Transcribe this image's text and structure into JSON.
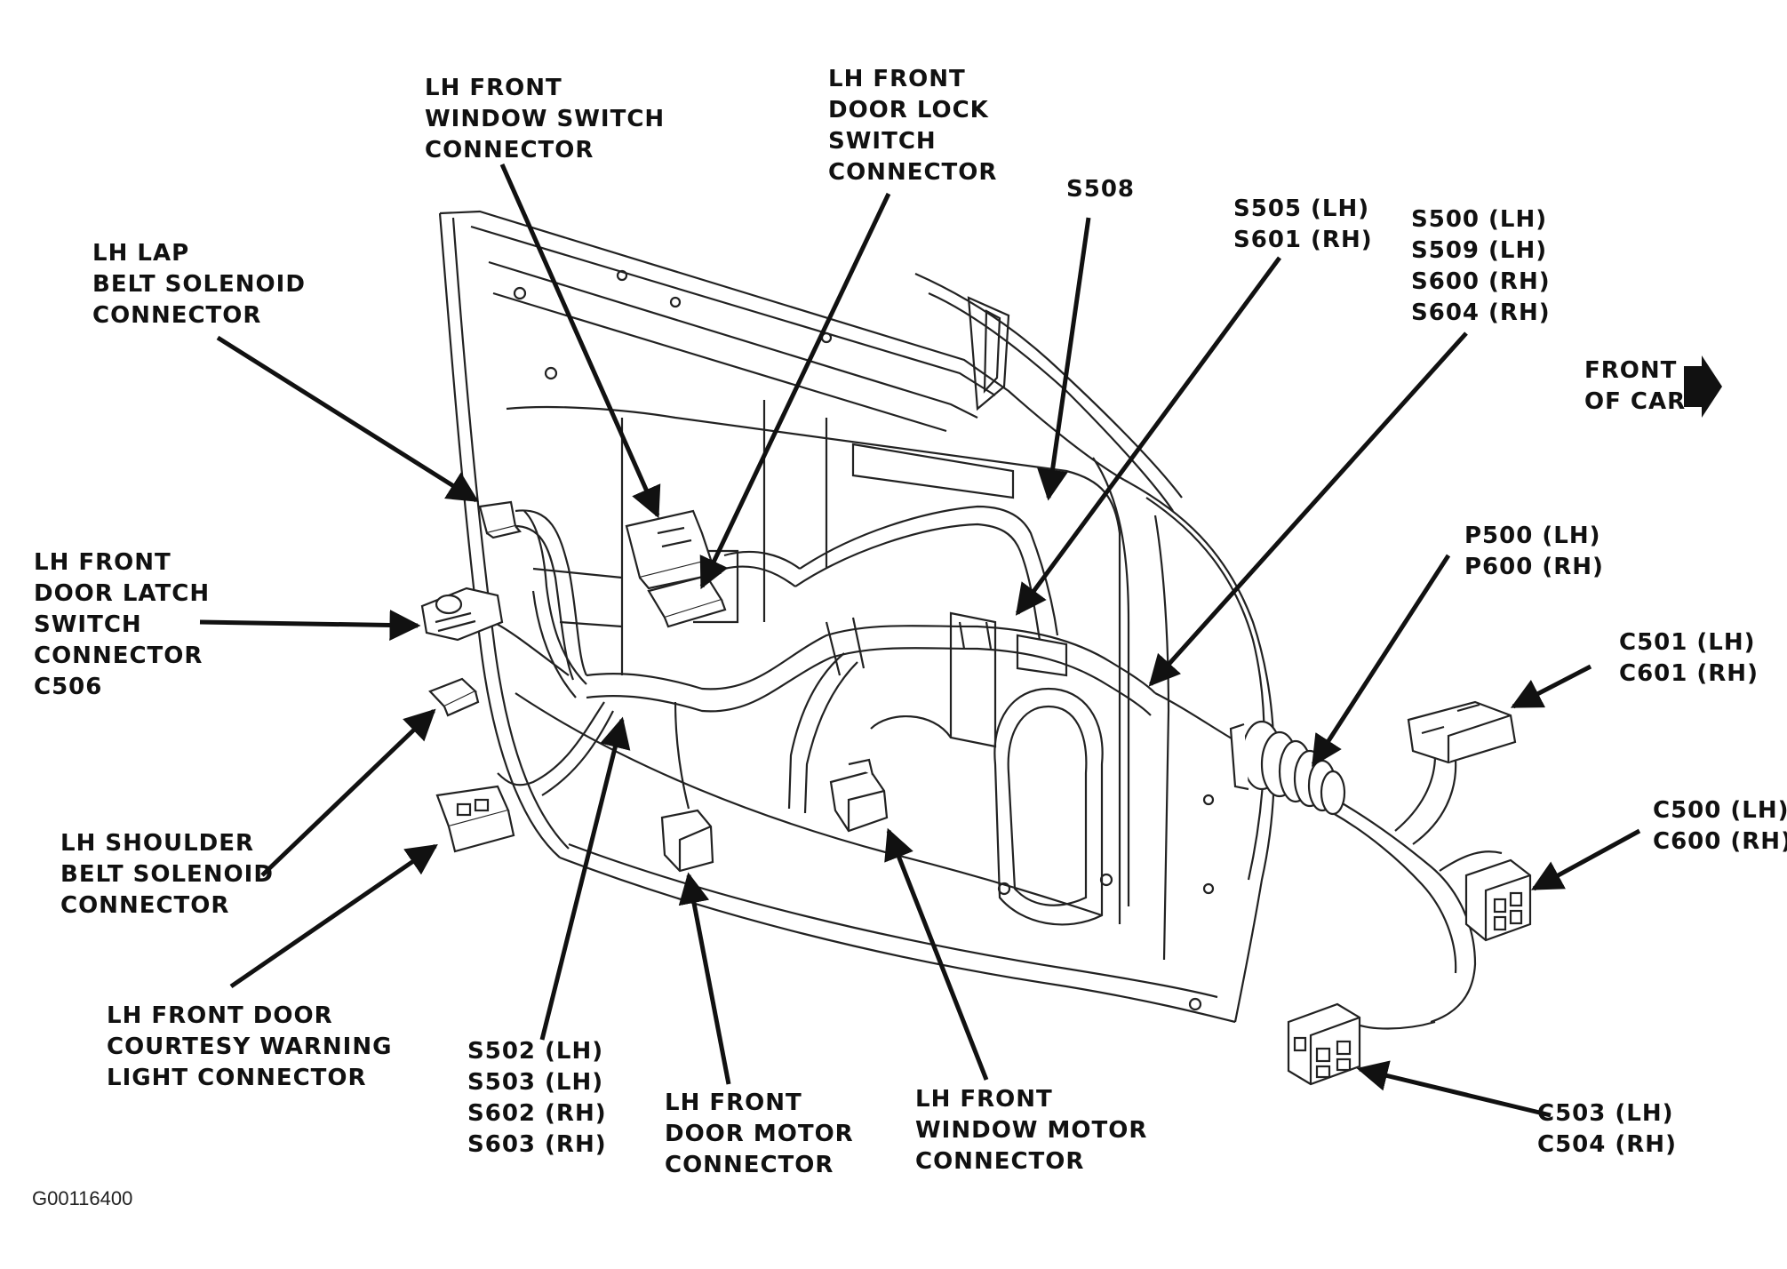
{
  "labels": {
    "lh_front_window_switch": [
      "LH FRONT",
      "WINDOW SWITCH",
      "CONNECTOR"
    ],
    "lh_front_door_lock_switch": [
      "LH FRONT",
      "DOOR LOCK",
      "SWITCH",
      "CONNECTOR"
    ],
    "s508": [
      "S508"
    ],
    "s505_s601": [
      "S505 (LH)",
      "S601 (RH)"
    ],
    "s500_group": [
      "S500 (LH)",
      "S509 (LH)",
      "S600 (RH)",
      "S604 (RH)"
    ],
    "lh_lap_belt": [
      "LH LAP",
      "BELT SOLENOID",
      "CONNECTOR"
    ],
    "front_of_car": [
      "FRONT",
      "OF CAR"
    ],
    "lh_front_door_latch": [
      "LH FRONT",
      "DOOR LATCH",
      "SWITCH",
      "CONNECTOR",
      "C506"
    ],
    "p500_p600": [
      "P500 (LH)",
      "P600 (RH)"
    ],
    "c501_c601": [
      "C501 (LH)",
      "C601 (RH)"
    ],
    "c500_c600": [
      "C500 (LH)",
      "C600 (RH)"
    ],
    "lh_shoulder_belt": [
      "LH SHOULDER",
      "BELT SOLENOID",
      "CONNECTOR"
    ],
    "lh_courtesy_light": [
      "LH FRONT DOOR",
      "COURTESY WARNING",
      "LIGHT CONNECTOR"
    ],
    "s502_group": [
      "S502 (LH)",
      "S503 (LH)",
      "S602 (RH)",
      "S603 (RH)"
    ],
    "lh_front_door_motor": [
      "LH FRONT",
      "DOOR MOTOR",
      "CONNECTOR"
    ],
    "lh_front_window_motor": [
      "LH FRONT",
      "WINDOW MOTOR",
      "CONNECTOR"
    ],
    "c503_c504": [
      "C503 (LH)",
      "C504 (RH)"
    ]
  },
  "figure_id": "G00116400"
}
